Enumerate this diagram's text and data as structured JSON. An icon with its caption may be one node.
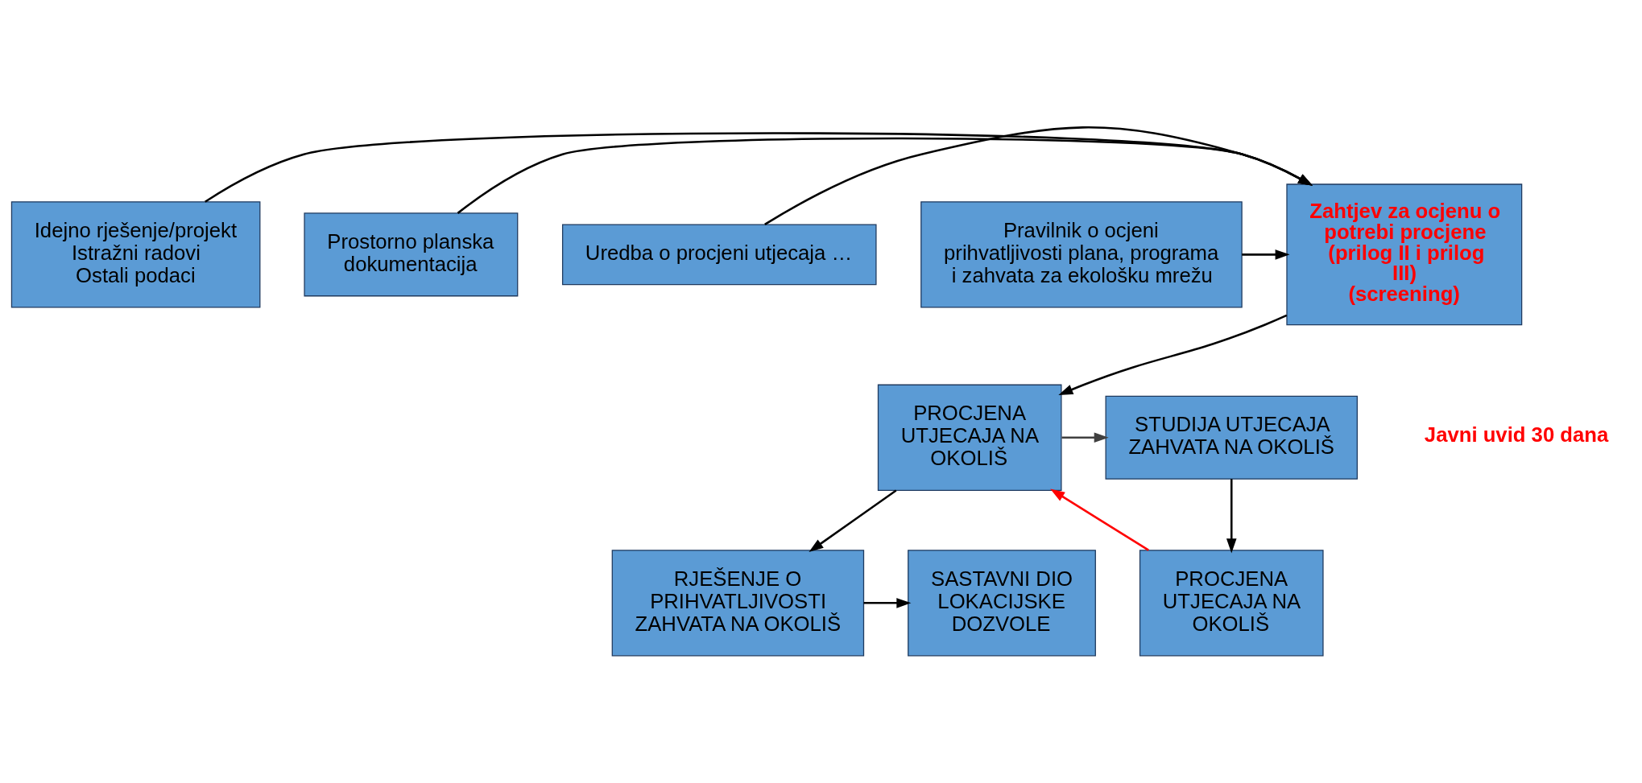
{
  "diagram": {
    "nodes": [
      {
        "text": [
          "Idejno rješenje/projekt",
          "Istražni radovi",
          "Ostali podaci"
        ]
      },
      {
        "text": [
          "Zahtjev za ocjenu o potrebi procjene",
          "(prilog II i prilog III)",
          "(screening)"
        ]
      },
      {
        "text": [
          "Prostorno planska dokumentacija"
        ]
      },
      {
        "text": [
          "Uredba o procjeni utjecaja …"
        ]
      },
      {
        "text": [
          "Pravilnik o ocjeni prihvatljivosti plana, programa i zahvata za ekološku mrežu"
        ]
      },
      {
        "text": [
          "STUDIJA UTJECAJA ZAHVATA NA OKOLIŠ"
        ]
      },
      {
        "text": [
          "PROCJENA UTJECAJA NA OKOLIŠ"
        ]
      },
      {
        "text": [
          "PROCJENA UTJECAJA NA OKOLIŠ"
        ]
      },
      {
        "text": [
          "RJEŠENJE O PRIHVATLJIVOSTI ZAHVATA NA OKOLIŠ"
        ]
      },
      {
        "text": [
          "SASTAVNI DIO LOKACIJSKE DOZVOLE"
        ]
      }
    ],
    "edges": [
      {
        "from": 0,
        "to": 1,
        "arrow": "to"
      },
      {
        "from": 2,
        "to": 1,
        "arrow": "to"
      },
      {
        "from": 3,
        "to": 1,
        "arrow": "to"
      },
      {
        "from": 4,
        "to": 1,
        "arrow": "to"
      },
      {
        "from": 1,
        "to": 6,
        "arrow": "to"
      },
      {
        "from": 6,
        "to": 5,
        "arrow": "to",
        "color": "#404040"
      },
      {
        "from": 5,
        "to": 7,
        "arrow": "to"
      },
      {
        "from": 7,
        "to": 6,
        "arrow": "to",
        "color": "#ff0000"
      },
      {
        "from": 6,
        "to": 8,
        "arrow": "to"
      },
      {
        "from": 8,
        "to": 9,
        "arrow": "to"
      }
    ],
    "labels": [
      "Javni uvid 30 dana"
    ]
  }
}
